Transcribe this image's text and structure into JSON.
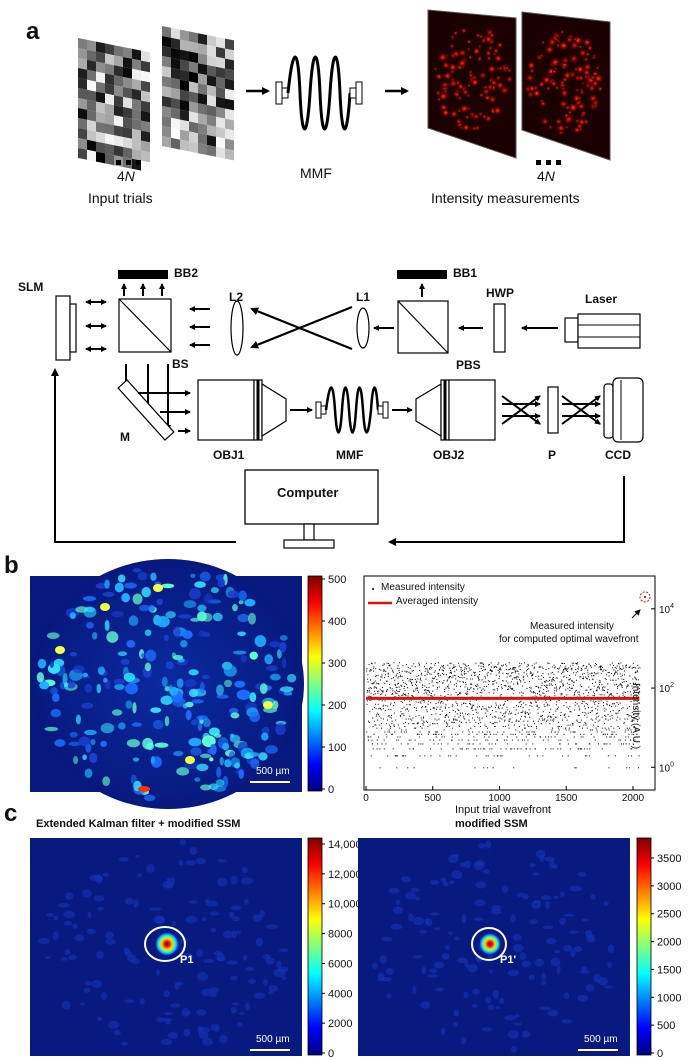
{
  "panel_labels": {
    "a": "a",
    "b": "b",
    "c": "c"
  },
  "section_a": {
    "n_label_left": "4N",
    "input_trials": "Input trials",
    "mmf": "MMF",
    "n_label_right": "4N",
    "intensity_measurements": "Intensity  measurements"
  },
  "setup": {
    "slm": "SLM",
    "bb2": "BB2",
    "l2": "L2",
    "l1": "L1",
    "bb1": "BB1",
    "hwp": "HWP",
    "laser": "Laser",
    "bs": "BS",
    "pbs": "PBS",
    "m": "M",
    "obj1": "OBJ1",
    "mmf": "MMF",
    "obj2": "OBJ2",
    "p": "P",
    "ccd": "CCD",
    "computer": "Computer"
  },
  "section_b": {
    "colorbar_ticks": [
      "500",
      "400",
      "300",
      "200",
      "100",
      "0"
    ],
    "scale_bar": "500 µm",
    "legend_measured": "Measured intensity",
    "legend_averaged": "Averaged intensity",
    "annotation_line1": "Measured intensity",
    "annotation_line2": "for computed optimal wavefront",
    "xlabel": "Input trial wavefront",
    "ylabel": "Intensity (A.U.)",
    "xticks": [
      "0",
      "500",
      "1000",
      "1500",
      "2000"
    ]
  },
  "chart_data": {
    "type": "scatter",
    "xlabel": "Input trial wavefront",
    "ylabel": "Intensity (A.U.)",
    "xlim": [
      0,
      2150
    ],
    "yscale": "log",
    "ylim": [
      0.3,
      60000
    ],
    "xticks": [
      0,
      500,
      1000,
      1500,
      2000
    ],
    "yticks": [
      1,
      100,
      10000
    ],
    "series": [
      {
        "name": "Measured intensity",
        "style": "points",
        "x_range": [
          1,
          2048
        ],
        "y_range": [
          1,
          450
        ],
        "count": 2048
      },
      {
        "name": "Averaged intensity",
        "style": "line",
        "color": "#e01010",
        "x": [
          0,
          2048
        ],
        "y": [
          55,
          55
        ]
      }
    ],
    "annotation": {
      "text": "Measured intensity for computed optimal wavefront",
      "x": 2090,
      "y": 20000
    }
  },
  "section_c": {
    "left_title": "Extended Kalman filter + modified SSM",
    "right_title": "modified SSM",
    "left_point": "P1",
    "right_point": "P1'",
    "scale_bar": "500 µm",
    "left_colorbar_ticks": [
      "14,000",
      "12,000",
      "10,000",
      "8000",
      "6000",
      "4000",
      "2000",
      "0"
    ],
    "right_colorbar_ticks": [
      "3500",
      "3000",
      "2500",
      "2000",
      "1500",
      "1000",
      "500",
      "0"
    ]
  },
  "colors": {
    "deep_blue": "#0a1a78",
    "red_line": "#e01010"
  }
}
